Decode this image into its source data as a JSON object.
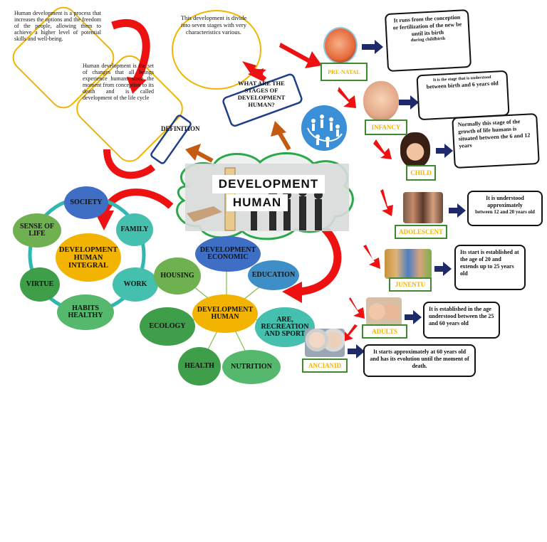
{
  "definition_note": "Human development is a process that increases the options and the freedom of the people, allowing them to achieve a higher level of potential skills and well-being.",
  "definition_note2": "Human development is the set of changes that all beings experience humans since the moment from conception to its death and is called development of the life cycle",
  "definition_label": "DEFINITION",
  "stages_note": "This development is divide into seven stages with very characteristics various.",
  "stages_question": "WHAT ARE THE STAGES OF DEVELOPMENT HUMAN?",
  "title": {
    "line1": "DEVELOPMENT",
    "line2": "HUMAN"
  },
  "integral": {
    "center": "DEVELOPMENT HUMAN INTEGRAL",
    "items": [
      "SOCIETY",
      "FAMILY",
      "WORK",
      "HABITS HEALTHY",
      "VIRTUE",
      "SENSE OF LIFE"
    ]
  },
  "economic": {
    "top": "DEVELOPMENT ECONOMIC",
    "center": "DEVELOPMENT HUMAN",
    "items": [
      "HOUSING",
      "EDUCATION",
      "ARE, RECREATION AND SPORT",
      "NUTRITION",
      "HEALTH",
      "ECOLOGY"
    ]
  },
  "stages": [
    {
      "name": "PRE-NATAL",
      "info": "It runs from the conception or fertilization of the new be until its birth",
      "info_small": "during childbirth"
    },
    {
      "name": "INFANCY",
      "info_small": "It is the stage that is understood",
      "info": "between birth and 6 years old"
    },
    {
      "name": "CHILD",
      "info": "Normally this stage of the growth of life humans is situated between the 6 and 12 years"
    },
    {
      "name": "ADOLESCENT",
      "info": "It is understood approximately",
      "info_small": "between 12 and 20 years old"
    },
    {
      "name": "JUNENTU",
      "info": "Its start is established at the age of 20 and extends up to 25 years old"
    },
    {
      "name": "ADULTS",
      "info": "It is established in the age understood between the 25 and 60 years old"
    },
    {
      "name": "ANCIANID",
      "info": "It starts approximately at 60 years old and has its evolution until the moment of death."
    }
  ],
  "colors": {
    "red_arrow": "#ee1111",
    "orange_arrow": "#c55a11",
    "navy_arrow": "#1f2a6b",
    "yellow": "#f2b400",
    "stage_border": "#3f8a2e",
    "blue_frame": "#1f3f8a",
    "cloud_border": "#2aa84a"
  }
}
